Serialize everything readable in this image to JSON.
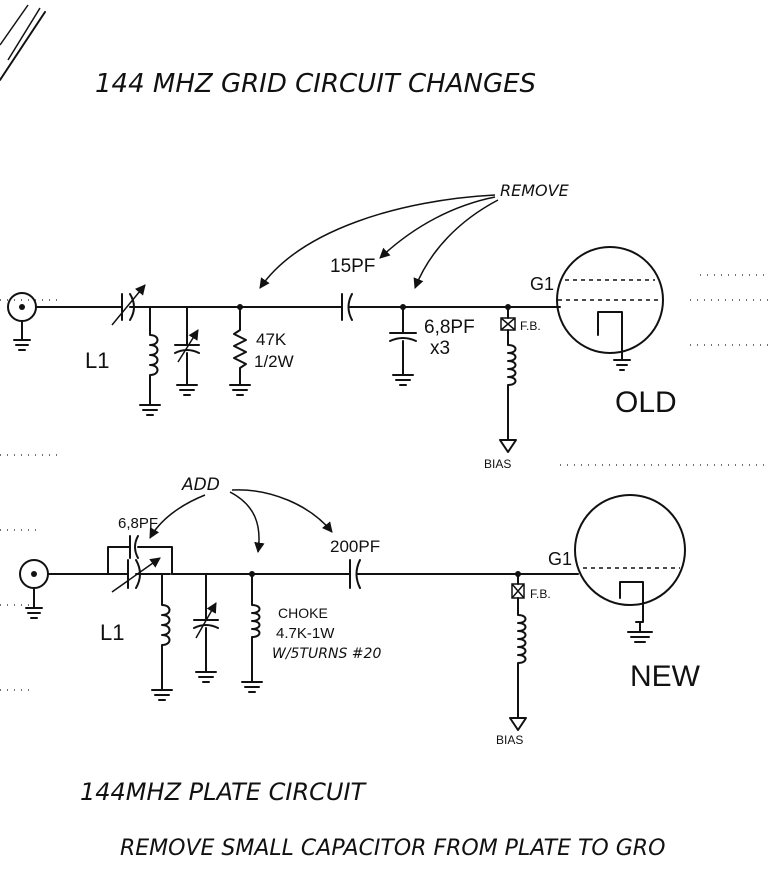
{
  "title": "144 MHZ GRID CIRCUIT CHANGES",
  "old_circuit": {
    "remove_label": "REMOVE",
    "cap_15pf": "15PF",
    "cap_68pf": "6,8PF",
    "cap_68pf_qty": "x3",
    "resistor_value": "47K",
    "resistor_watt": "1/2W",
    "inductor": "L1",
    "grid": "G1",
    "ferrite_bead": "F.B.",
    "bias": "BIAS",
    "caption": "OLD"
  },
  "new_circuit": {
    "add_label": "ADD",
    "cap_68pf": "6,8PF",
    "cap_200pf": "200PF",
    "choke_line1": "CHOKE",
    "choke_line2": "4.7K-1W",
    "choke_line3": "W/5TURNS #20",
    "inductor": "L1",
    "grid": "G1",
    "ferrite_bead": "F.B.",
    "bias": "BIAS",
    "caption": "NEW"
  },
  "plate": {
    "title": "144MHZ PLATE CIRCUIT",
    "instruction": "REMOVE SMALL CAPACITOR FROM PLATE TO GRO"
  }
}
